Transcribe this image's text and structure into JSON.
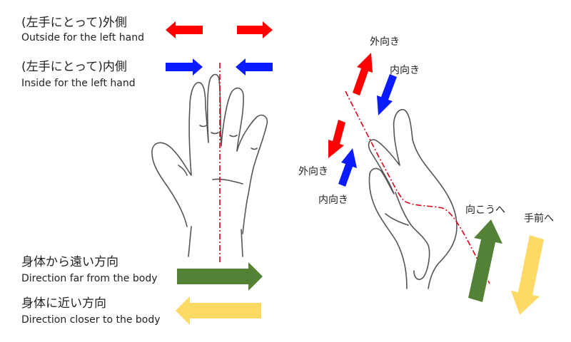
{
  "labels": {
    "outside_jp": "(左手にとって)外側",
    "outside_en": "Outside for the left hand",
    "inside_jp": "(左手にとって)内側",
    "inside_en": "Inside for the left hand",
    "far_jp": "身体から遠い方向",
    "far_en": "Direction far from the body",
    "closer_jp": "身体に近い方向",
    "closer_en": "Direction closer to the body",
    "outward_upper": "外向き",
    "inward_upper": "内向き",
    "outward_lower": "外向き",
    "inward_lower": "内向き",
    "toward_far": "向こうへ",
    "toward_self": "手前へ"
  },
  "colors": {
    "outside": "#ff0000",
    "inside": "#0a1bff",
    "far": "#538135",
    "closer": "#ffd966",
    "axis": "#e0001a",
    "outline": "#555555"
  }
}
